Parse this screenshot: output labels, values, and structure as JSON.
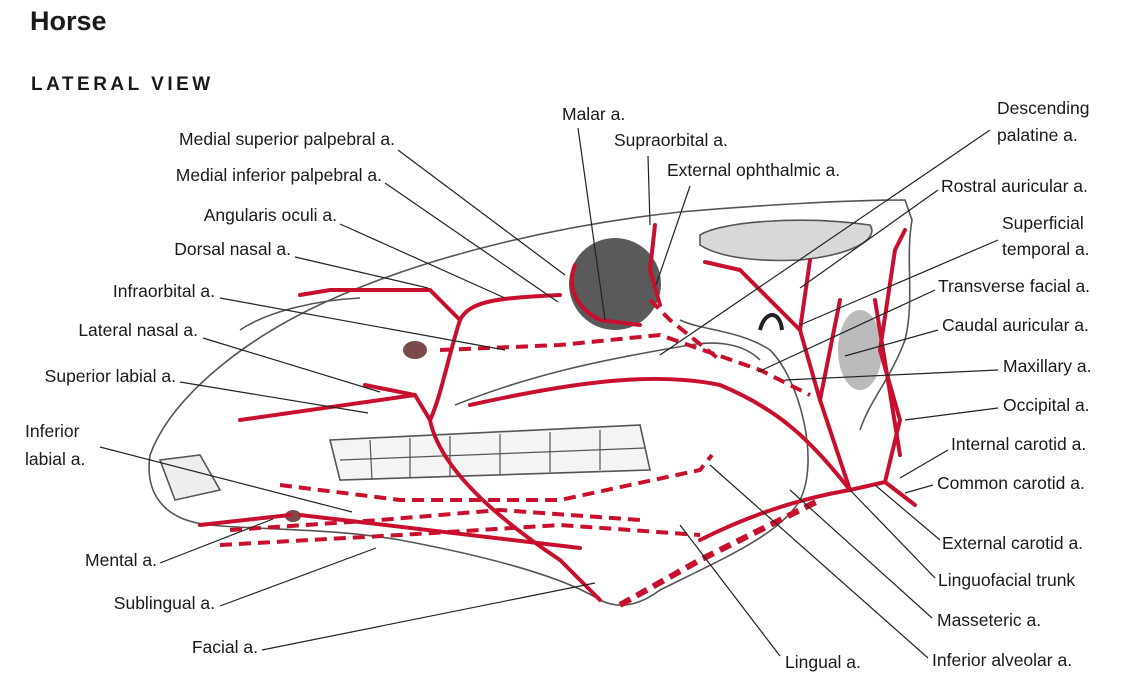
{
  "title": "Horse",
  "subtitle": "LATERAL VIEW",
  "colors": {
    "artery": "#c8102e",
    "outline": "#555555",
    "text": "#1a1a1a"
  },
  "labels": {
    "medial_superior_palpebral": "Medial superior palpebral a.",
    "medial_inferior_palpebral": "Medial inferior palpebral a.",
    "angularis_oculi": "Angularis oculi a.",
    "dorsal_nasal": "Dorsal nasal a.",
    "infraorbital": "Infraorbital a.",
    "lateral_nasal": "Lateral nasal a.",
    "superior_labial": "Superior labial a.",
    "inferior_labial_1": "Inferior",
    "inferior_labial_2": "labial a.",
    "mental": "Mental a.",
    "sublingual": "Sublingual a.",
    "facial": "Facial a.",
    "malar": "Malar a.",
    "supraorbital": "Supraorbital a.",
    "external_ophthalmic": "External ophthalmic a.",
    "descending_palatine_1": "Descending",
    "descending_palatine_2": "palatine a.",
    "rostral_auricular": "Rostral auricular a.",
    "superficial_temporal_1": "Superficial",
    "superficial_temporal_2": "temporal a.",
    "transverse_facial": "Transverse facial a.",
    "caudal_auricular": "Caudal auricular a.",
    "maxillary": "Maxillary a.",
    "occipital": "Occipital a.",
    "internal_carotid": "Internal carotid a.",
    "common_carotid": "Common carotid a.",
    "external_carotid": "External carotid a.",
    "linguofacial_trunk": "Linguofacial trunk",
    "masseteric": "Masseteric a.",
    "inferior_alveolar": "Inferior alveolar a.",
    "lingual": "Lingual a."
  }
}
